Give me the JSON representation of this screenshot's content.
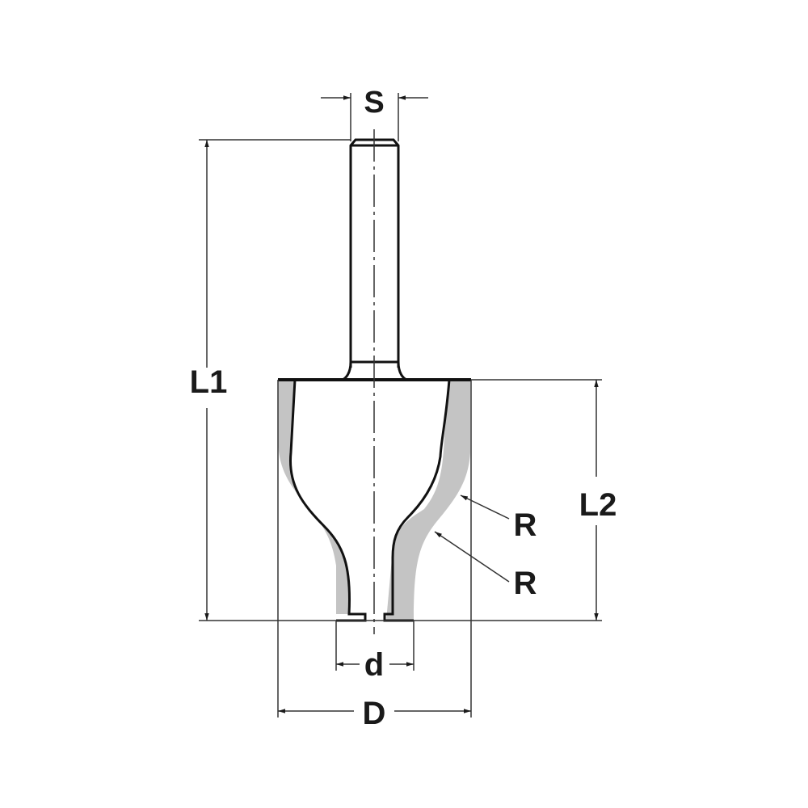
{
  "diagram": {
    "subject": "router bit technical drawing",
    "colors": {
      "line": "#1a1a1a",
      "thin_line": "#333333",
      "cutter_fill": "#c4c4c4",
      "background": "#ffffff"
    },
    "labels": {
      "shank_diameter": "S",
      "overall_length": "L1",
      "cutting_length": "L2",
      "radius_upper": "R",
      "radius_lower": "R",
      "small_diameter": "d",
      "cutting_diameter": "D"
    }
  }
}
